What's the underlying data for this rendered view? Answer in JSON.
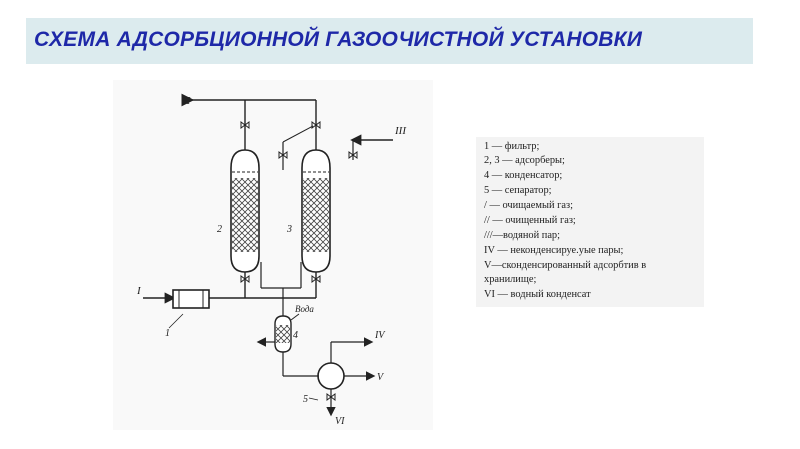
{
  "title": "СХЕМА АДСОРБЦИОННОЙ ГАЗООЧИСТНОЙ УСТАНОВКИ",
  "diagram": {
    "labels": {
      "in_gas": "I",
      "clean_gas": "II",
      "steam": "III",
      "vapors": "IV",
      "adsorbate": "V",
      "condensate": "VI",
      "filter": "1",
      "adsorber_a": "2",
      "adsorber_b": "3",
      "condenser": "4",
      "separator": "5",
      "water": "Вода"
    }
  },
  "legend": [
    "1 — фильтр;",
    "2, 3 — адсорберы;",
    "4 — конденсатор;",
    "5 — сепаратор;",
    "/ — очищаемый газ;",
    "// — очищенный газ;",
    "///—водяной пар;",
    "IV — неконденсируе.уые пары;",
    "V—сконденсированный адсорбтив в",
    "хранилище;",
    "VI — водный конденсат"
  ]
}
